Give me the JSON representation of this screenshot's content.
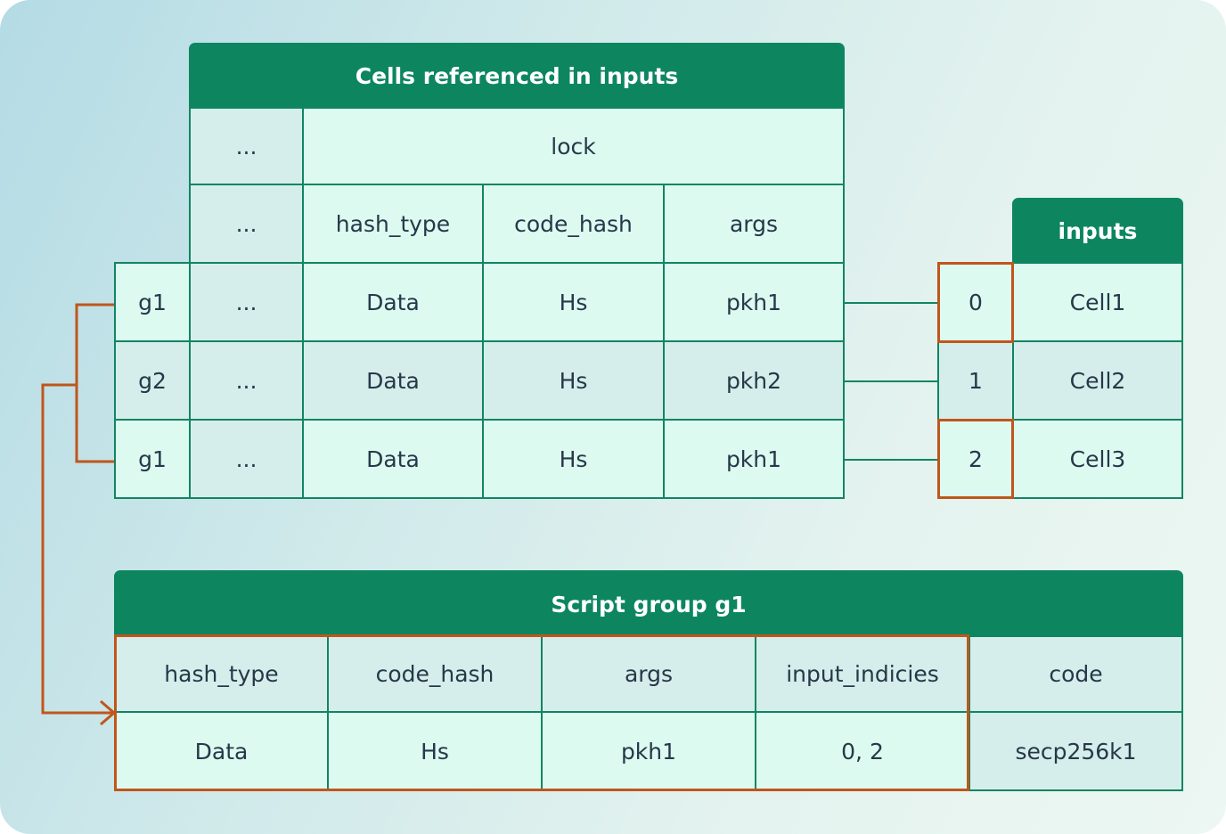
{
  "cells_table": {
    "title": "Cells referenced in inputs",
    "row_lock": {
      "ellipsis": "...",
      "lock": "lock"
    },
    "row_fields": {
      "ellipsis": "...",
      "hash_type": "hash_type",
      "code_hash": "code_hash",
      "args": "args"
    },
    "rows": [
      {
        "group": "g1",
        "ellipsis": "...",
        "hash_type": "Data",
        "code_hash": "Hs",
        "args": "pkh1"
      },
      {
        "group": "g2",
        "ellipsis": "...",
        "hash_type": "Data",
        "code_hash": "Hs",
        "args": "pkh2"
      },
      {
        "group": "g1",
        "ellipsis": "...",
        "hash_type": "Data",
        "code_hash": "Hs",
        "args": "pkh1"
      }
    ]
  },
  "inputs_table": {
    "title": "inputs",
    "rows": [
      {
        "index": "0",
        "cell": "Cell1"
      },
      {
        "index": "1",
        "cell": "Cell2"
      },
      {
        "index": "2",
        "cell": "Cell3"
      }
    ]
  },
  "script_group": {
    "title": "Script group g1",
    "headers": {
      "hash_type": "hash_type",
      "code_hash": "code_hash",
      "args": "args",
      "input_indicies": "input_indicies",
      "code": "code"
    },
    "values": {
      "hash_type": "Data",
      "code_hash": "Hs",
      "args": "pkh1",
      "input_indicies": "0, 2",
      "code": "secp256k1"
    }
  },
  "colors": {
    "header_green": "#0d8660",
    "border_green": "#118561",
    "highlight_orange": "#c0561b",
    "cell_light": "#ddfaf1",
    "cell_shade": "#d6eeeb"
  }
}
